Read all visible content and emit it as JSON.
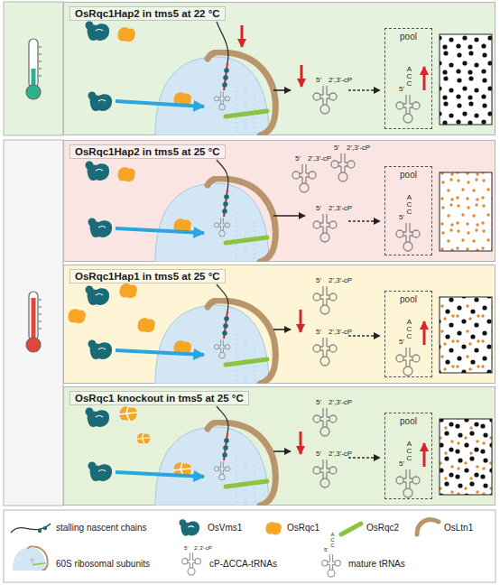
{
  "diagram": {
    "nodes": [
      {
        "text": [
          "OsRqc1Hap2 in tms5 at 22 °C"
        ]
      },
      {
        "text": [
          "pool"
        ],
        "in": 0
      },
      {
        "text": [
          "OsRqc1Hap2 in tms5 at 25 °C"
        ]
      },
      {
        "text": [
          "pool"
        ],
        "in": 2
      },
      {
        "text": [
          "OsRqc1Hap1 in tms5 at 25 °C"
        ]
      },
      {
        "text": [
          "pool"
        ],
        "in": 4
      },
      {
        "text": [
          "OsRqc1 knockout in tms5 at 25 °C"
        ]
      },
      {
        "text": [
          "pool"
        ],
        "in": 6
      }
    ],
    "labels": [
      "5'",
      "2',3'-cP",
      "5'",
      "A C C",
      "5'",
      "2',3'-cP",
      "5'",
      "2',3'-cP",
      "5'",
      "2',3'-cP",
      "5'",
      "A C C",
      "5'",
      "2',3'-cP",
      "5'",
      "2',3'-cP",
      "5'",
      "A C C",
      "5'",
      "2',3'-cP",
      "5'",
      "2',3'-cP",
      "5'",
      "A C C",
      "5'",
      "2',3'-cP",
      "5'",
      "A C C"
    ],
    "legend": [
      {
        "text": "stalling nascent chains"
      },
      {
        "text": "OsVms1"
      },
      {
        "text": "OsRqc1"
      },
      {
        "text": "OsRqc2"
      },
      {
        "text": "OsLtn1"
      },
      {
        "text": "60S ribosomal subunits"
      },
      {
        "text": "cP-ΔCCA-tRNAs"
      },
      {
        "text": "mature tRNAs"
      }
    ]
  }
}
